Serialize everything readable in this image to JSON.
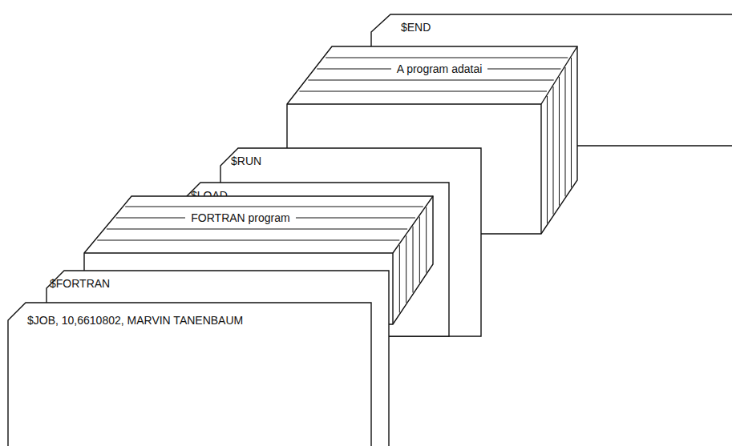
{
  "diagram": {
    "nodes": [
      {
        "text": [
          "$JOB, 10,6610802, MARVIN TANENBAUM"
        ]
      },
      {
        "text": [
          "$FORTRAN"
        ]
      },
      {
        "text": [
          "FORTRAN program"
        ]
      },
      {
        "text": [
          "$LOAD"
        ]
      },
      {
        "text": [
          "$RUN"
        ]
      },
      {
        "text": [
          "A program adatai"
        ]
      },
      {
        "text": [
          "$END"
        ]
      }
    ]
  }
}
